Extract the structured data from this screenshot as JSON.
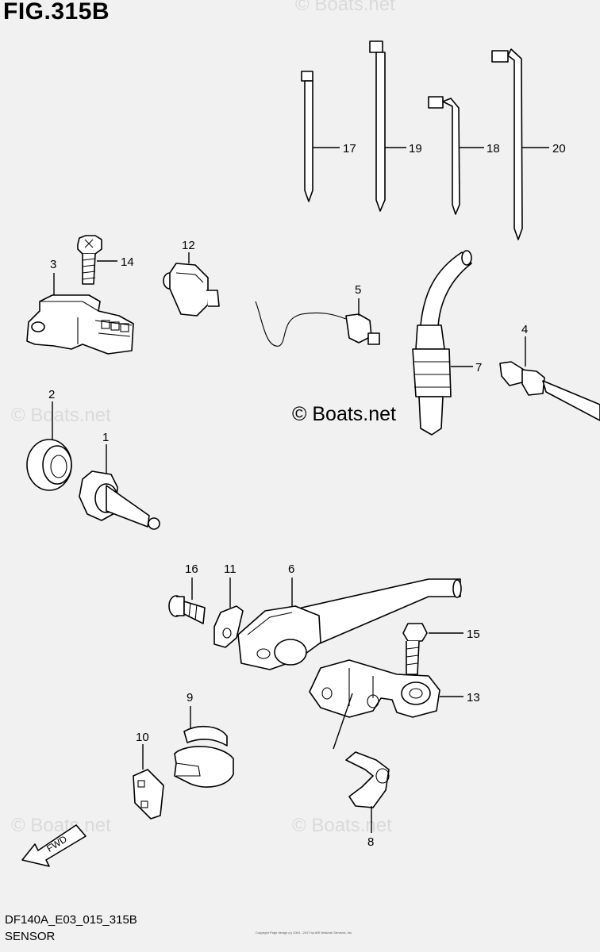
{
  "figure_title": "FIG.315B",
  "watermark_main": "© Boats.net",
  "watermark_ghost": "© Boats.net",
  "drawing_code": "DF140A_E03_015_315B",
  "sheet_name": "SENSOR",
  "copyright_small": "Copyright Page design (c) 2004 - 2017 by ARI Network Services, Inc.",
  "fwd_label": "FWD",
  "callouts": {
    "p1": "1",
    "p2": "2",
    "p3": "3",
    "p4": "4",
    "p5": "5",
    "p6": "6",
    "p7": "7",
    "p8": "8",
    "p9": "9",
    "p10": "10",
    "p11": "11",
    "p12": "12",
    "p13": "13",
    "p14": "14",
    "p15": "15",
    "p16": "16",
    "p17": "17",
    "p18": "18",
    "p19": "19",
    "p20": "20"
  }
}
